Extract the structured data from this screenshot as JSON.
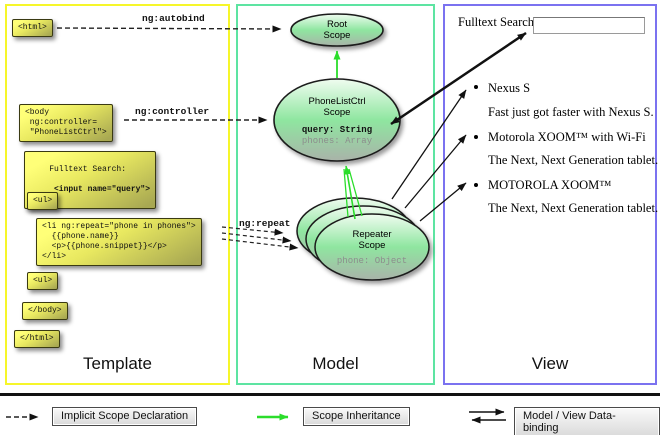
{
  "columns": {
    "template": {
      "label": "Template"
    },
    "model": {
      "label": "Model"
    },
    "view": {
      "label": "View"
    }
  },
  "template_boxes": {
    "html_open": "<html>",
    "body_open": "<body\n ng:controller=\n \"PhoneListCtrl\">",
    "fulltext_label": "Fulltext Search:",
    "fulltext_input": " <input name=\"query\">",
    "ul_open": "<ul>",
    "li_repeat": "<li ng:repeat=\"phone in phones\">\n  {{phone.name}}\n  <p>{{phone.snippet}}</p>\n</li>",
    "ul_close": "<ul>",
    "body_close": "</body>",
    "html_close": "</html>"
  },
  "edge_labels": {
    "autobind": "ng:autobind",
    "controller": "ng:controller",
    "repeat": "ng:repeat"
  },
  "scopes": {
    "root": {
      "line1": "Root",
      "line2": "Scope"
    },
    "phone_list": {
      "line1": "PhoneListCtrl",
      "line2": "Scope",
      "prop1": "query: String",
      "prop2": "phones: Array"
    },
    "repeater": {
      "line1": "Repeater",
      "line2": "Scope",
      "prop1": "phone: Object"
    }
  },
  "view_panel": {
    "search_label": "Fulltext Search:",
    "search_value": "",
    "items": [
      {
        "title": "Nexus S",
        "desc": "Fast just got faster with Nexus S."
      },
      {
        "title": "Motorola XOOM™ with Wi-Fi",
        "desc": "The Next, Next Generation tablet."
      },
      {
        "title": "MOTOROLA XOOM™",
        "desc": "The Next, Next Generation tablet."
      }
    ]
  },
  "legend": {
    "implicit": "Implicit Scope Declaration",
    "inheritance": "Scope Inheritance",
    "binding": "Model / View Data-binding"
  },
  "colors": {
    "template_border": "#f6f62a",
    "model_border": "#5de4a2",
    "view_border": "#7b72f0",
    "scope_green": "#8fe6a0",
    "arrow_green": "#2bdd2b",
    "code_yellow": "#ffff78"
  }
}
